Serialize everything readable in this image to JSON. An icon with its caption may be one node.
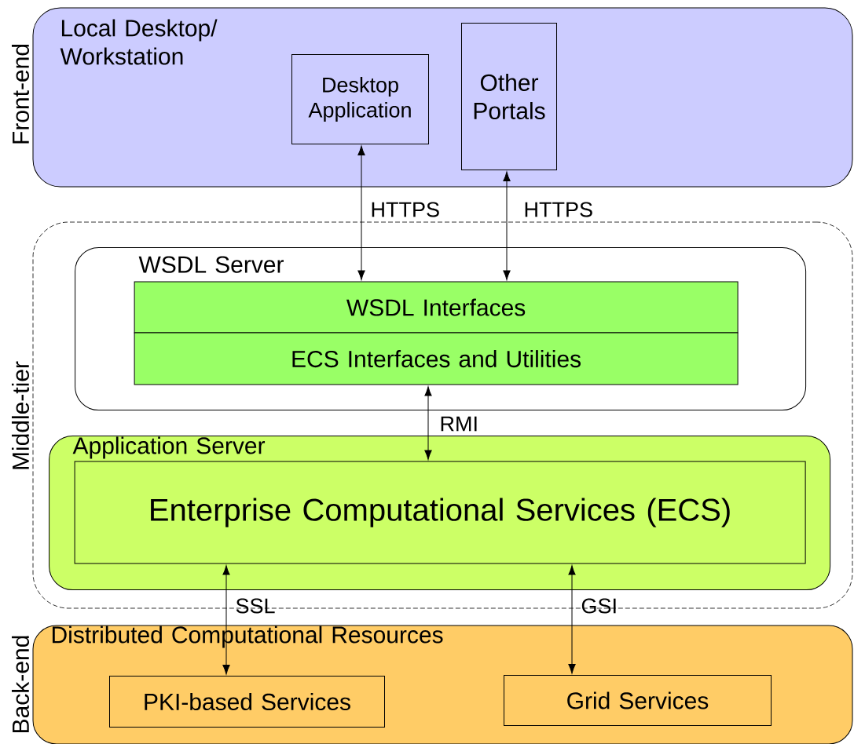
{
  "diagram": {
    "nodes": [
      {
        "text": [
          "Local Desktop/ Workstation"
        ],
        "beside": [
          "Front-end"
        ]
      },
      {
        "text": [
          "Desktop Application"
        ],
        "in": 0
      },
      {
        "text": [
          "Other Portals"
        ],
        "in": 0
      },
      {
        "text": [
          "Middle-tier"
        ]
      },
      {
        "text": [
          "WSDL Server"
        ],
        "in": 3
      },
      {
        "text": [
          "WSDL Interfaces"
        ],
        "in": 4
      },
      {
        "text": [
          "ECS Interfaces and Utilities"
        ],
        "in": 4
      },
      {
        "text": [
          "Application Server"
        ],
        "in": 3
      },
      {
        "text": [
          "Enterprise Computational Services (ECS)"
        ],
        "in": 7
      },
      {
        "text": [
          "Distributed Computational Resources"
        ],
        "beside": [
          "Back-end"
        ]
      },
      {
        "text": [
          "PKI-based Services"
        ],
        "in": 9
      },
      {
        "text": [
          "Grid Services"
        ],
        "in": 9
      }
    ],
    "edges": [
      {
        "from": 5,
        "to": 1,
        "arrow": "both",
        "label": "HTTPS"
      },
      {
        "from": 5,
        "to": 2,
        "arrow": "both",
        "label": "HTTPS"
      },
      {
        "from": 6,
        "to": 8,
        "arrow": "both",
        "label": "RMI"
      },
      {
        "from": 8,
        "to": 10,
        "arrow": "both",
        "label": "SSL"
      },
      {
        "from": 8,
        "to": 11,
        "arrow": "both",
        "label": "GSI"
      }
    ]
  }
}
